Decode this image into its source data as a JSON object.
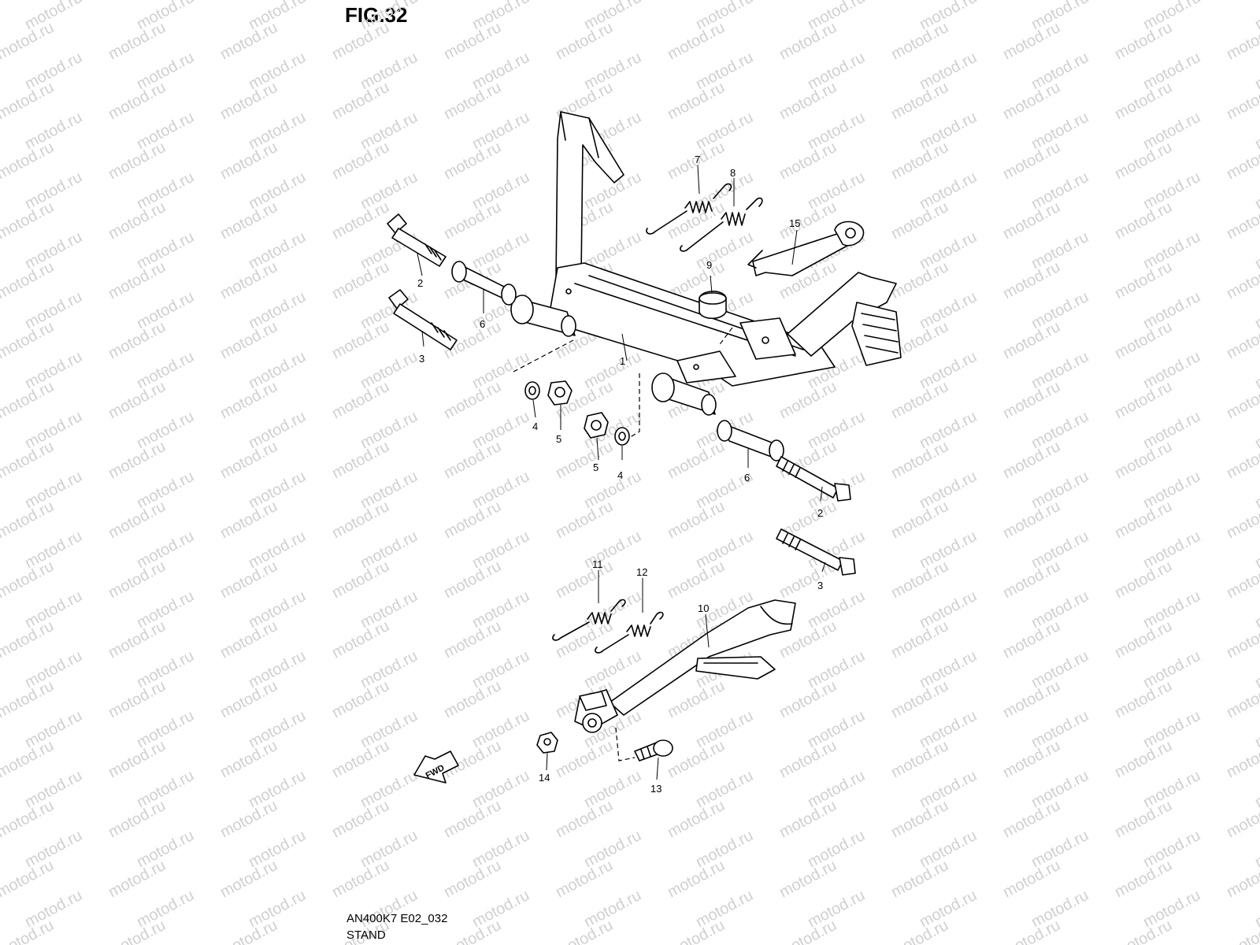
{
  "figure": {
    "title": "FIG.32",
    "model_code": "AN400K7 E02_032",
    "section_name": "STAND"
  },
  "watermark": {
    "text": "motod.ru"
  },
  "fwd_arrow": {
    "label": "FWD"
  },
  "parts": [
    {
      "id": "part-1",
      "number": "1"
    },
    {
      "id": "part-2a",
      "number": "2"
    },
    {
      "id": "part-2b",
      "number": "2"
    },
    {
      "id": "part-3a",
      "number": "3"
    },
    {
      "id": "part-3b",
      "number": "3"
    },
    {
      "id": "part-4a",
      "number": "4"
    },
    {
      "id": "part-4b",
      "number": "4"
    },
    {
      "id": "part-5a",
      "number": "5"
    },
    {
      "id": "part-5b",
      "number": "5"
    },
    {
      "id": "part-6a",
      "number": "6"
    },
    {
      "id": "part-6b",
      "number": "6"
    },
    {
      "id": "part-7",
      "number": "7"
    },
    {
      "id": "part-8",
      "number": "8"
    },
    {
      "id": "part-9",
      "number": "9"
    },
    {
      "id": "part-10",
      "number": "10"
    },
    {
      "id": "part-11",
      "number": "11"
    },
    {
      "id": "part-12",
      "number": "12"
    },
    {
      "id": "part-13",
      "number": "13"
    },
    {
      "id": "part-14",
      "number": "14"
    },
    {
      "id": "part-15",
      "number": "15"
    }
  ]
}
